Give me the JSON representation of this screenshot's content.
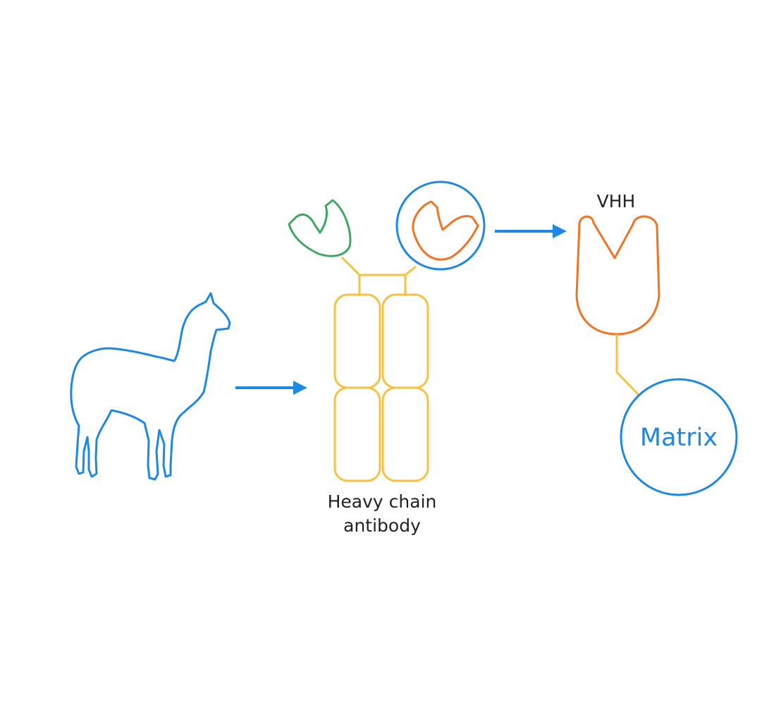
{
  "labels": {
    "antibody_line1": "Heavy chain",
    "antibody_line2": "antibody",
    "vhh": "VHH",
    "matrix": "Matrix"
  },
  "colors": {
    "blue": "#1e88e5",
    "yellow": "#f5c242",
    "green": "#3fa860",
    "orange": "#f07424",
    "text": "#222222"
  },
  "icons": {
    "animal": "llama-silhouette-icon",
    "arrow": "right-arrow-icon"
  }
}
